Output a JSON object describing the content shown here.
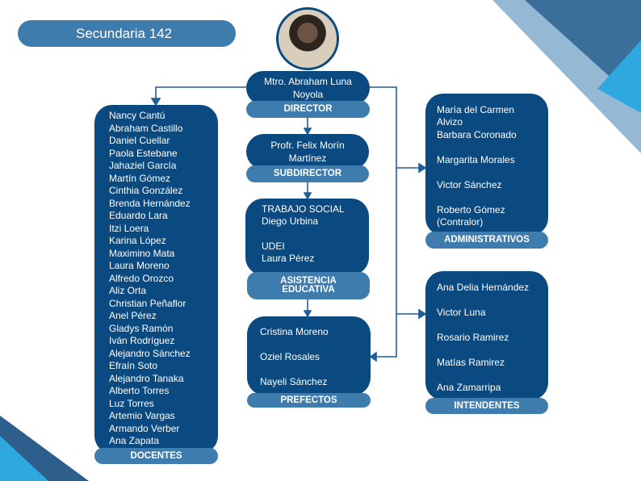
{
  "title": "Secundaria 142",
  "director": {
    "name": "Mtro. Abraham Luna Noyola",
    "role": "DIRECTOR"
  },
  "subdirector": {
    "name": "Profr. Felix Morín Martínez",
    "role": "SUBDIRECTOR"
  },
  "asistencia": {
    "lines": [
      "TRABAJO SOCIAL",
      "Diego Urbina",
      "UDEI",
      "Laura Pérez"
    ],
    "role": "ASISTENCIA EDUCATIVA"
  },
  "prefectos": {
    "names": [
      "Cristina Moreno",
      "Oziel Rosales",
      "Nayeli Sánchez"
    ],
    "role": "PREFECTOS"
  },
  "docentes": {
    "names": [
      "Nancy Cantú",
      "Abraham Castillo",
      "Daniel Cuellar",
      "Paola Estebane",
      "Jahaziel García",
      "Martín Gómez",
      "Cinthia González",
      "Brenda Hernández",
      "Eduardo Lara",
      "Itzi Loera",
      "Karina López",
      "Maximino Mata",
      "Laura Moreno",
      "Alfredo Orozco",
      "Aliz Orta",
      "Christian Peñaflor",
      "Anel Pérez",
      "Gladys Ramón",
      "Iván Rodríguez",
      "Alejandro Sánchez",
      "Efraín Soto",
      "Alejandro Tanaka",
      "Alberto Torres",
      "Luz Torres",
      "Artemio Vargas",
      "Armando Verber",
      "Ana Zapata"
    ],
    "role": "DOCENTES"
  },
  "administrativos": {
    "names": [
      "María del Carmen Alvizo",
      "Barbara Coronado",
      "Margarita Morales",
      "Victor Sánchez",
      "Roberto Gómez (Contralor)"
    ],
    "role": "ADMINISTRATIVOS"
  },
  "intendentes": {
    "names": [
      "Ana Delia Hernández",
      "Victor Luna",
      "Rosario  Ramirez",
      "Matías Ramirez",
      "Ana Zamarripa"
    ],
    "role": "INTENDENTES"
  },
  "colors": {
    "box": "#0b4a80",
    "label": "#3f7cae"
  }
}
